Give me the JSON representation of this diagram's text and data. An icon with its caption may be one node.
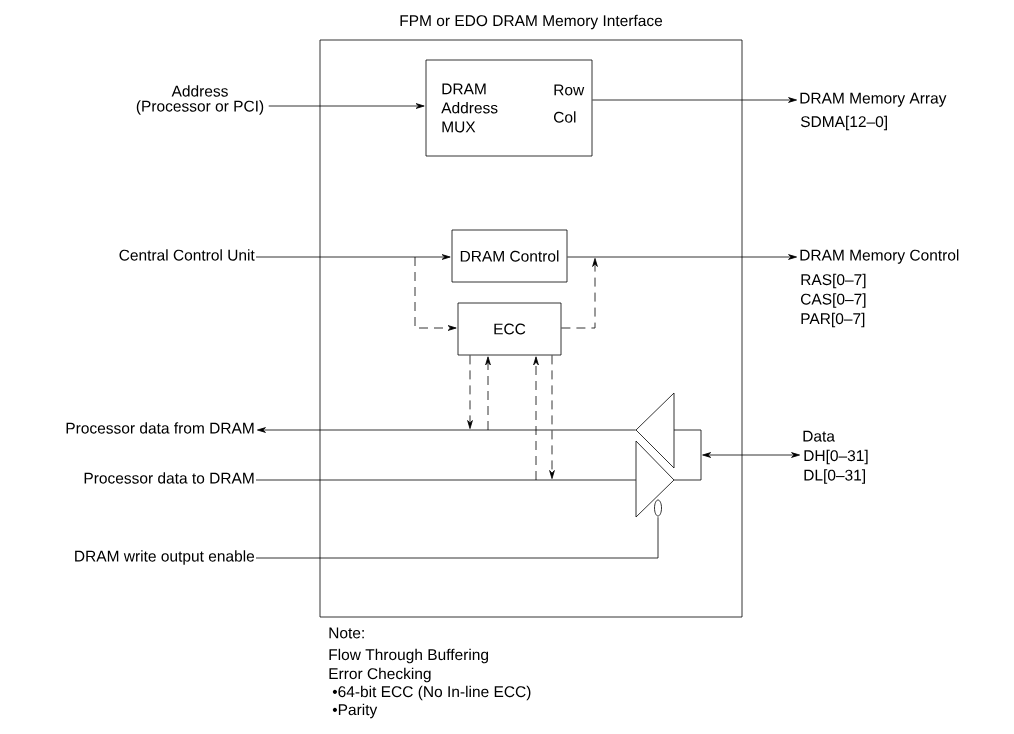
{
  "diagram": {
    "nodes": [
      {
        "text": [
          "FPM or EDO DRAM Memory Interface"
        ]
      },
      {
        "text": [
          "DRAM Address MUX",
          "Row",
          "Col"
        ],
        "in": 0
      },
      {
        "text": [
          "DRAM Control"
        ],
        "in": 0
      },
      {
        "text": [
          "ECC"
        ],
        "in": 0
      },
      {
        "text": [],
        "shape": "triangle",
        "in": 0
      },
      {
        "text": [],
        "shape": "triangle",
        "in": 0
      },
      {
        "text": [],
        "shape": "box",
        "in": 0
      },
      {
        "text": [
          "Address (Processor or PCI)"
        ]
      },
      {
        "text": [
          "DRAM Memory Array"
        ],
        "beside": [
          "SDMA[12–0]"
        ]
      },
      {
        "text": [
          "Central Control Unit"
        ]
      },
      {
        "text": [
          "DRAM Memory Control"
        ],
        "beside": [
          "RAS[0–7]",
          "CAS[0–7]",
          "PAR[0–7]"
        ]
      },
      {
        "text": [
          "Processor data from DRAM"
        ]
      },
      {
        "text": [
          "Processor data to DRAM"
        ]
      },
      {
        "text": [
          "DRAM write output enable"
        ]
      },
      {
        "text": [
          "Data"
        ],
        "beside": [
          "DH[0–31]",
          "DL[0–31]"
        ]
      }
    ],
    "edges": [
      {
        "from": 7,
        "to": 1,
        "arrow": "to"
      },
      {
        "from": 1,
        "to": 8,
        "arrow": "to"
      },
      {
        "from": 9,
        "to": 2,
        "arrow": "to"
      },
      {
        "from": 2,
        "to": 10,
        "arrow": "to"
      },
      {
        "from": null,
        "to": 3,
        "arrow": "to",
        "style": "dashed"
      },
      {
        "from": 3,
        "to": null,
        "arrow": "to",
        "style": "dashed"
      },
      {
        "from": 3,
        "to": null,
        "arrow": "to",
        "style": "dashed"
      },
      {
        "from": null,
        "to": 3,
        "arrow": "to",
        "style": "dashed"
      },
      {
        "from": null,
        "to": 3,
        "arrow": "to",
        "style": "dashed"
      },
      {
        "from": 3,
        "to": null,
        "arrow": "to",
        "style": "dashed"
      },
      {
        "from": 4,
        "to": 11,
        "arrow": "to"
      },
      {
        "from": 12,
        "to": 5,
        "arrow": "none"
      },
      {
        "from": 6,
        "to": 14,
        "arrow": "both"
      },
      {
        "from": 13,
        "to": 5,
        "arrow": "none"
      }
    ],
    "labels": [
      "Note:",
      "Flow Through Buffering",
      "Error Checking",
      "•64-bit ECC (No In-line ECC)",
      "•Parity"
    ]
  }
}
